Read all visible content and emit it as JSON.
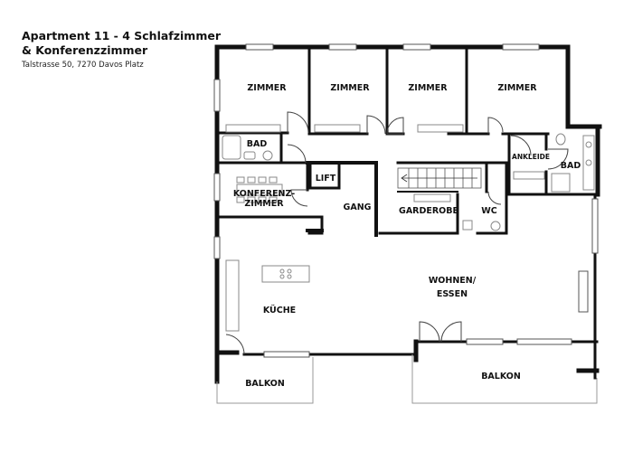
{
  "header": {
    "title_line1": "Apartment 11 - 4 Schlafzimmer",
    "title_line2": "& Konferenzzimmer",
    "address": "Talstrasse 50, 7270 Davos Platz"
  },
  "rooms": {
    "zimmer1": "ZIMMER",
    "zimmer2": "ZIMMER",
    "zimmer3": "ZIMMER",
    "zimmer4": "ZIMMER",
    "bad_left": "BAD",
    "bad_right": "BAD",
    "ankleide": "ANKLEIDE",
    "lift": "LIFT",
    "konferenz_line1": "KONFERENZ-",
    "konferenz_line2": "ZIMMER",
    "gang": "GANG",
    "garderobe": "GARDEROBE",
    "wc": "WC",
    "wohnen_line1": "WOHNEN/",
    "wohnen_line2": "ESSEN",
    "kueche": "KÜCHE",
    "balkon_left": "BALKON",
    "balkon_right": "BALKON"
  },
  "colors": {
    "wall": "#111111",
    "fixture": "#888888",
    "window": "#555555"
  }
}
